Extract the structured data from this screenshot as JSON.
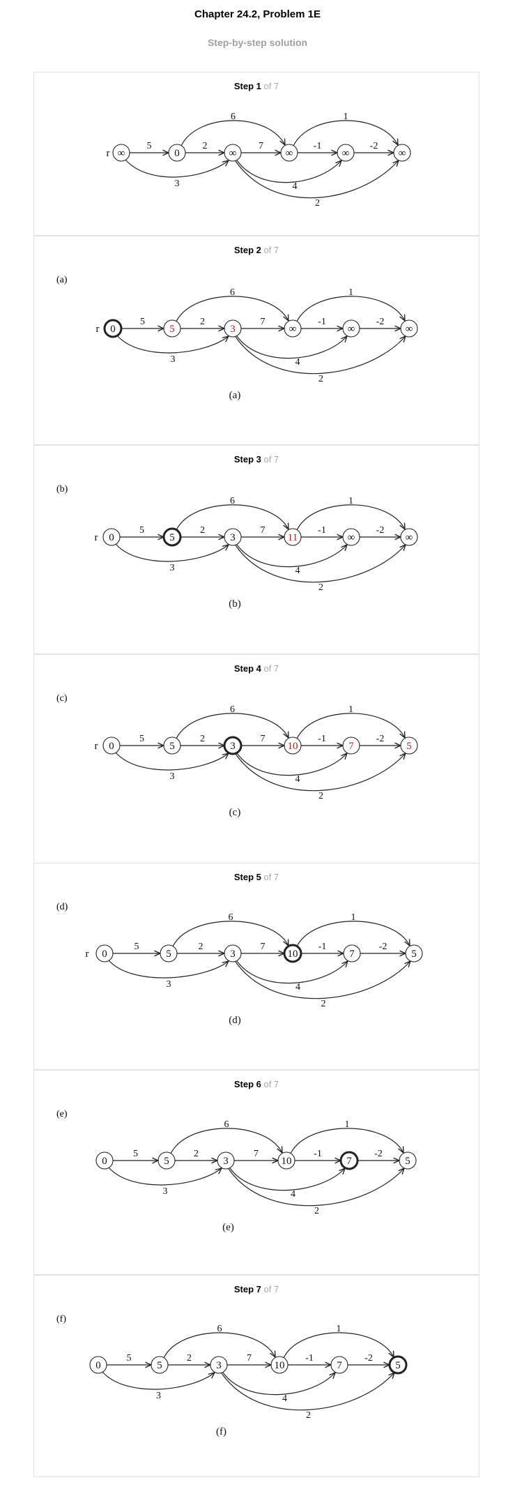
{
  "page": {
    "title": "Chapter 24.2, Problem 1E",
    "subtitle": "Step-by-step solution"
  },
  "steps": [
    {
      "label": "Step 1",
      "of": " of 7",
      "panel_label": "",
      "caption": "",
      "show_r": true,
      "nodes": [
        "∞",
        "0",
        "∞",
        "∞",
        "∞",
        "∞"
      ],
      "bold_node": -1,
      "red_nodes": []
    },
    {
      "label": "Step 2",
      "of": " of 7",
      "panel_label": "(a)",
      "caption": "(a)",
      "show_r": true,
      "nodes": [
        "0",
        "5",
        "3",
        "∞",
        "∞",
        "∞"
      ],
      "bold_node": 0,
      "red_nodes": [
        1,
        2
      ]
    },
    {
      "label": "Step 3",
      "of": " of 7",
      "panel_label": "(b)",
      "caption": "(b)",
      "show_r": true,
      "nodes": [
        "0",
        "5",
        "3",
        "11",
        "∞",
        "∞"
      ],
      "bold_node": 1,
      "red_nodes": [
        3
      ]
    },
    {
      "label": "Step 4",
      "of": " of 7",
      "panel_label": "(c)",
      "caption": "(c)",
      "show_r": true,
      "nodes": [
        "0",
        "5",
        "3",
        "10",
        "7",
        "5"
      ],
      "bold_node": 2,
      "red_nodes": [
        3,
        4,
        5
      ]
    },
    {
      "label": "Step 5",
      "of": " of 7",
      "panel_label": "(d)",
      "caption": "(d)",
      "show_r": true,
      "nodes": [
        "0",
        "5",
        "3",
        "10",
        "7",
        "5"
      ],
      "bold_node": 3,
      "red_nodes": []
    },
    {
      "label": "Step 6",
      "of": " of 7",
      "panel_label": "(e)",
      "caption": "(e)",
      "show_r": false,
      "nodes": [
        "0",
        "5",
        "3",
        "10",
        "7",
        "5"
      ],
      "bold_node": 4,
      "red_nodes": []
    },
    {
      "label": "Step 7",
      "of": " of 7",
      "panel_label": "(f)",
      "caption": "(f)",
      "show_r": false,
      "nodes": [
        "0",
        "5",
        "3",
        "10",
        "7",
        "5"
      ],
      "bold_node": 5,
      "red_nodes": []
    }
  ],
  "graph": {
    "r_label": "r",
    "edges": [
      {
        "from": 0,
        "to": 1,
        "weight": "5"
      },
      {
        "from": 1,
        "to": 2,
        "weight": "2"
      },
      {
        "from": 2,
        "to": 3,
        "weight": "7"
      },
      {
        "from": 3,
        "to": 4,
        "weight": "-1"
      },
      {
        "from": 4,
        "to": 5,
        "weight": "-2"
      },
      {
        "from": 1,
        "to": 3,
        "weight": "6"
      },
      {
        "from": 3,
        "to": 5,
        "weight": "1"
      },
      {
        "from": 0,
        "to": 2,
        "weight": "3"
      },
      {
        "from": 2,
        "to": 4,
        "weight": "4"
      },
      {
        "from": 2,
        "to": 5,
        "weight": "2"
      }
    ]
  },
  "colors": {
    "highlight": "#b02020",
    "step_of": "#a9a9a9",
    "subtitle": "#a0a0a0"
  }
}
